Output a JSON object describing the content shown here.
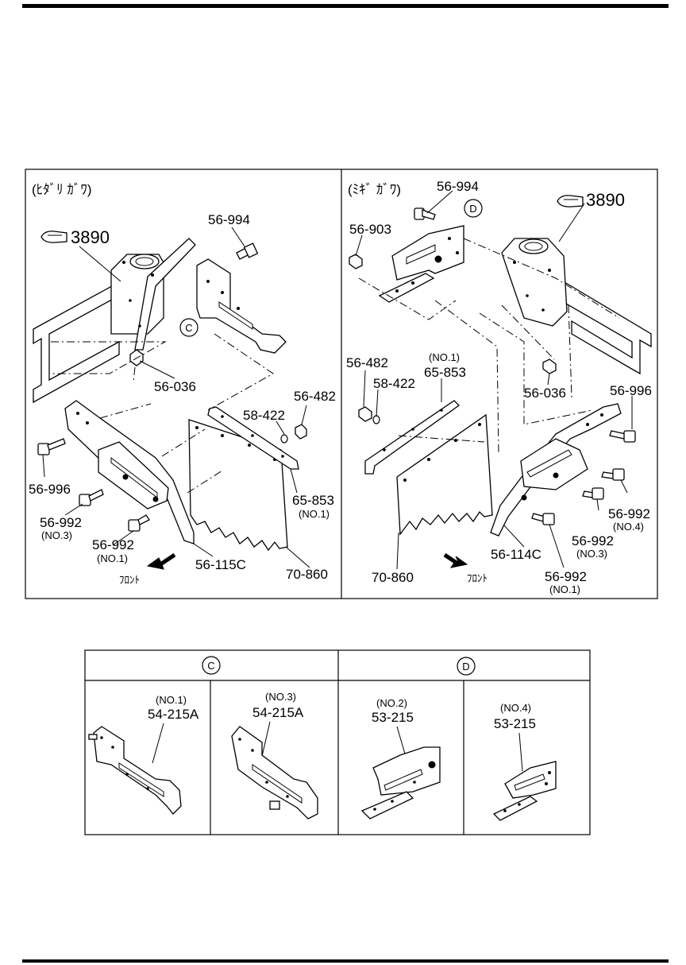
{
  "left_panel": {
    "title": "(ﾋﾀﾞﾘ ｶﾞﾜ)",
    "ref_number": "3890",
    "ref_label": "☞3890",
    "circle_marker": "C",
    "front_label": "ﾌﾛﾝﾄ",
    "callouts": [
      {
        "id": "56-994"
      },
      {
        "id": "56-036"
      },
      {
        "id": "56-482"
      },
      {
        "id": "58-422"
      },
      {
        "id": "56-996"
      },
      {
        "id": "65-853",
        "note": "(NO.1)"
      },
      {
        "id": "56-992",
        "note": "(NO.3)"
      },
      {
        "id": "56-992",
        "note": "(NO.1)"
      },
      {
        "id": "56-115C"
      },
      {
        "id": "70-860"
      }
    ]
  },
  "right_panel": {
    "title": "(ﾐｷﾞ ｶﾞﾜ)",
    "ref_label": "☞3890",
    "circle_marker": "D",
    "front_label": "ﾌﾛﾝﾄ",
    "callouts": [
      {
        "id": "56-994"
      },
      {
        "id": "56-903"
      },
      {
        "id": "56-482"
      },
      {
        "id": "65-853",
        "note": "(NO.1)"
      },
      {
        "id": "58-422"
      },
      {
        "id": "56-036"
      },
      {
        "id": "56-996"
      },
      {
        "id": "56-992",
        "note": "(NO.4)"
      },
      {
        "id": "56-992",
        "note": "(NO.3)"
      },
      {
        "id": "56-114C"
      },
      {
        "id": "70-860"
      },
      {
        "id": "56-992",
        "note": "(NO.1)"
      }
    ]
  },
  "detail_table": {
    "groups": [
      {
        "marker": "C"
      },
      {
        "marker": "D"
      }
    ],
    "cells": [
      {
        "note": "(NO.1)",
        "part": "54-215A"
      },
      {
        "note": "(NO.3)",
        "part": "54-215A"
      },
      {
        "note": "(NO.2)",
        "part": "53-215"
      },
      {
        "note": "(NO.4)",
        "part": "53-215"
      }
    ]
  }
}
